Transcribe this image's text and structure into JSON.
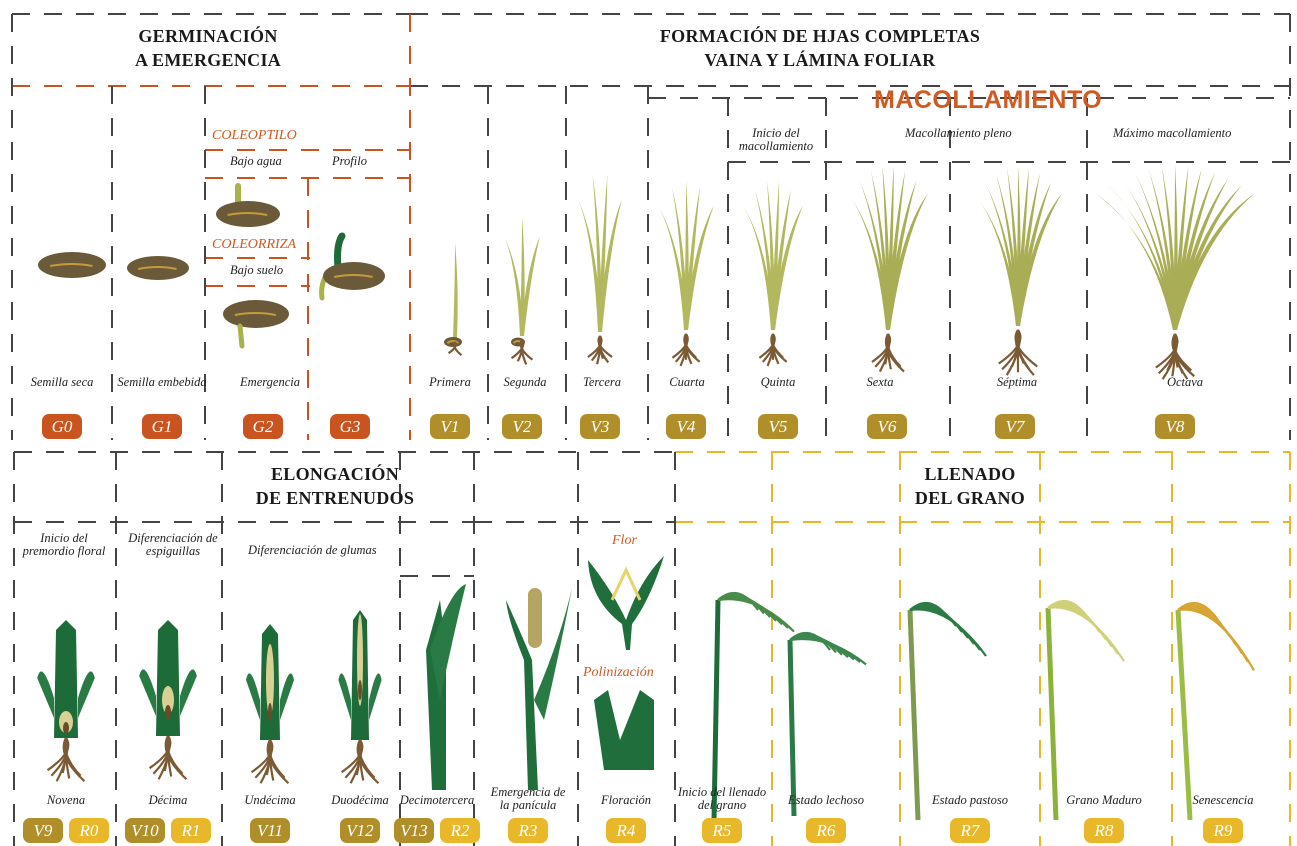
{
  "sections": {
    "germinacion": [
      "GERMINACIÓN",
      "A EMERGENCIA"
    ],
    "formacion": [
      "FORMACIÓN DE HJAS COMPLETAS",
      "VAINA Y LÁMINA FOLIAR"
    ],
    "macollamiento": "MACOLLAMIENTO",
    "elongacion": [
      "ELONGACIÓN",
      "DE ENTRENUDOS"
    ],
    "llenado": [
      "LLENADO",
      "DEL GRANO"
    ]
  },
  "sublabels": {
    "coleoptilo": "COLEOPTILO",
    "bajo_agua": "Bajo agua",
    "profilo": "Profilo",
    "coleorriza": "COLEORRIZA",
    "bajo_suelo": "Bajo suelo",
    "inicio_macollamiento": [
      "Inicio del",
      "macollamiento"
    ],
    "macollamiento_pleno": "Macollamiento pleno",
    "maximo_macollamiento": "Máximo macollamiento",
    "inicio_premordio": [
      "Inicio del",
      "premordio floral"
    ],
    "dif_espiguillas": [
      "Diferenciación de",
      "espiguillas"
    ],
    "dif_glumas": "Diferenciación de glumas",
    "flor": "Flor",
    "polinizacion": "Polinización"
  },
  "top_stages": [
    {
      "name": "Semilla seca",
      "codes": [
        "G0"
      ],
      "color": "#c9541f"
    },
    {
      "name": "Semilla embebida",
      "codes": [
        "G1"
      ],
      "color": "#c9541f"
    },
    {
      "name": "Emergencia",
      "codes": [
        "G2"
      ],
      "color": "#c9541f"
    },
    {
      "name": "",
      "codes": [
        "G3"
      ],
      "color": "#c9541f"
    },
    {
      "name": "Primera",
      "codes": [
        "V1"
      ],
      "color": "#b08f2a"
    },
    {
      "name": "Segunda",
      "codes": [
        "V2"
      ],
      "color": "#b08f2a"
    },
    {
      "name": "Tercera",
      "codes": [
        "V3"
      ],
      "color": "#b08f2a"
    },
    {
      "name": "Cuarta",
      "codes": [
        "V4"
      ],
      "color": "#b08f2a"
    },
    {
      "name": "Quinta",
      "codes": [
        "V5"
      ],
      "color": "#b08f2a"
    },
    {
      "name": "Sexta",
      "codes": [
        "V6"
      ],
      "color": "#b08f2a"
    },
    {
      "name": "Séptima",
      "codes": [
        "V7"
      ],
      "color": "#b08f2a"
    },
    {
      "name": "Octava",
      "codes": [
        "V8"
      ],
      "color": "#b08f2a"
    }
  ],
  "bottom_stages": [
    {
      "name": [
        "Novena"
      ],
      "codes": [
        "V9",
        "R0"
      ]
    },
    {
      "name": [
        "Décima"
      ],
      "codes": [
        "V10",
        "R1"
      ]
    },
    {
      "name": [
        "Undécima"
      ],
      "codes": [
        "V11"
      ]
    },
    {
      "name": [
        "Duodécima"
      ],
      "codes": [
        "V12"
      ]
    },
    {
      "name": [
        "Decimotercera"
      ],
      "codes": [
        "V13",
        "R2"
      ]
    },
    {
      "name": [
        "Emergencia de",
        "la panícula"
      ],
      "codes": [
        "R3"
      ]
    },
    {
      "name": [
        "Floración"
      ],
      "codes": [
        "R4"
      ]
    },
    {
      "name": [
        "Inicio del llenado",
        "del grano"
      ],
      "codes": [
        "R5"
      ]
    },
    {
      "name": [
        "Estado lechoso"
      ],
      "codes": [
        "R6"
      ]
    },
    {
      "name": [
        "Estado pastoso"
      ],
      "codes": [
        "R7"
      ]
    },
    {
      "name": [
        "Grano Maduro"
      ],
      "codes": [
        "R8"
      ]
    },
    {
      "name": [
        "Senescencia"
      ],
      "codes": [
        "R9"
      ]
    }
  ],
  "colors": {
    "germination": "#c9541f",
    "vegetative": "#b08f2a",
    "reproductive": "#e8b82a",
    "dark_green": "#1e6b3a",
    "leaf_olive": "#a9ad55",
    "seed": "#6b5a3a",
    "root": "#7b5a35"
  }
}
